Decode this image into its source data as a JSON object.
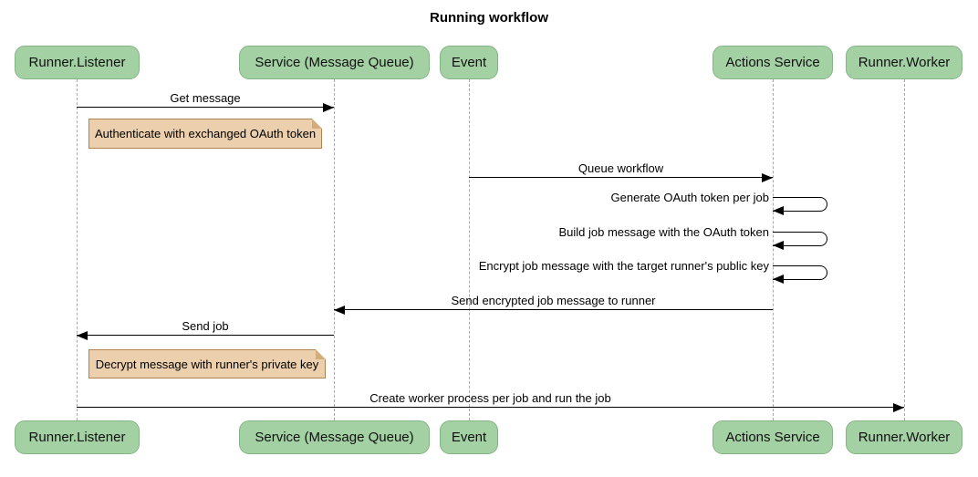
{
  "title": "Running workflow",
  "actors": [
    {
      "label": "Runner.Listener"
    },
    {
      "label": "Service (Message Queue)"
    },
    {
      "label": "Event"
    },
    {
      "label": "Actions Service"
    },
    {
      "label": "Runner.Worker"
    }
  ],
  "messages": [
    {
      "from": "Runner.Listener",
      "to": "Service (Message Queue)",
      "label": "Get message"
    },
    {
      "from": "Event",
      "to": "Actions Service",
      "label": "Queue workflow"
    },
    {
      "from": "Actions Service",
      "to": "Actions Service",
      "self": true,
      "label": "Generate OAuth token per job"
    },
    {
      "from": "Actions Service",
      "to": "Actions Service",
      "self": true,
      "label": "Build job message with the OAuth token"
    },
    {
      "from": "Actions Service",
      "to": "Actions Service",
      "self": true,
      "label": "Encrypt job message with the target runner's public key"
    },
    {
      "from": "Actions Service",
      "to": "Service (Message Queue)",
      "label": "Send encrypted job message to runner"
    },
    {
      "from": "Service (Message Queue)",
      "to": "Runner.Listener",
      "label": "Send job"
    },
    {
      "from": "Runner.Listener",
      "to": "Runner.Worker",
      "label": "Create worker process per job and run the job"
    }
  ],
  "notes": [
    {
      "over": "Runner.Listener",
      "text": "Authenticate with exchanged OAuth token"
    },
    {
      "over": "Runner.Listener",
      "text": "Decrypt message with runner's private key"
    }
  ],
  "colors": {
    "actor_fill": "#a3d1a3",
    "actor_border": "#86b386",
    "note_fill": "#eccfac",
    "note_border": "#ad8453",
    "lifeline": "#a9a9a9",
    "message": "#000000"
  }
}
